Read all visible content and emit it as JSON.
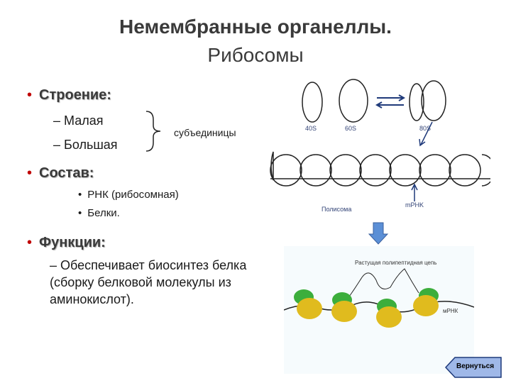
{
  "title": {
    "bold": "Немембранные органеллы.",
    "normal": " Рибосомы"
  },
  "structure": {
    "heading": "Строение:",
    "items": [
      "– Малая",
      "– Большая"
    ],
    "brace_label": "субъединицы"
  },
  "composition": {
    "heading": "Состав:",
    "items": [
      "РНК (рибосомная)",
      "Белки."
    ]
  },
  "functions": {
    "heading": "Функции:",
    "text": "– Обеспечивает биосинтез белка (сборку белковой молекулы из аминокислот)."
  },
  "diagram_top": {
    "labels": {
      "s40": "40S",
      "s60": "60S",
      "s80": "80S",
      "mrna": "mPHK",
      "polysome": "Полисома"
    },
    "colors": {
      "stroke": "#222222",
      "arrow": "#1f3a7a",
      "label": "#334477"
    }
  },
  "diagram_bottom": {
    "labels": {
      "chain": "Растущая полипептидная цепь",
      "mrna": "мРНК"
    },
    "colors": {
      "bg": "#f6fbfd",
      "small": "#e0bb1e",
      "large": "#3cae3c"
    }
  },
  "back_button": {
    "label": "Вернуться"
  }
}
